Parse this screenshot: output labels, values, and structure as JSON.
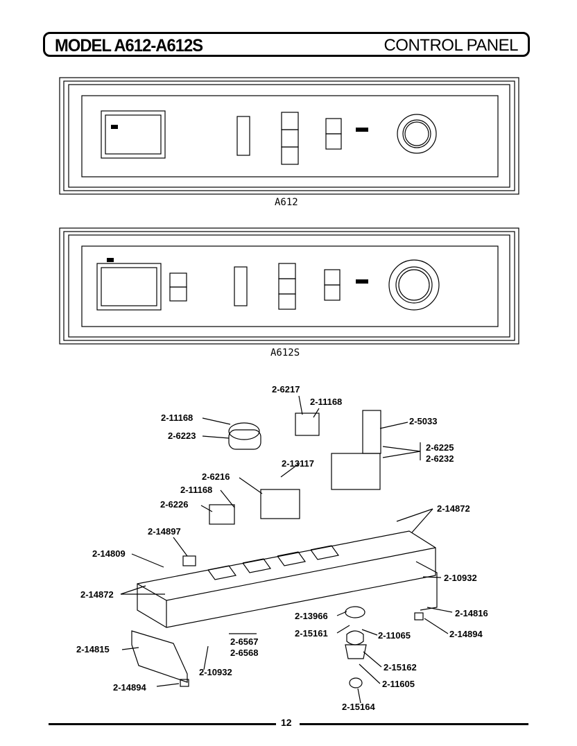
{
  "header": {
    "model": "MODEL A612-A612S",
    "title": "CONTROL PANEL"
  },
  "panels": [
    {
      "caption": "A612"
    },
    {
      "caption": "A612S"
    }
  ],
  "parts": [
    {
      "label": "2-6217"
    },
    {
      "label": "2-11168"
    },
    {
      "label": "2-11168"
    },
    {
      "label": "2-5033"
    },
    {
      "label": "2-6223"
    },
    {
      "label": "2-6225"
    },
    {
      "label": "2-6232"
    },
    {
      "label": "2-13117"
    },
    {
      "label": "2-6216"
    },
    {
      "label": "2-11168"
    },
    {
      "label": "2-6226"
    },
    {
      "label": "2-14872"
    },
    {
      "label": "2-14897"
    },
    {
      "label": "2-14809"
    },
    {
      "label": "2-10932"
    },
    {
      "label": "2-14872"
    },
    {
      "label": "2-14816"
    },
    {
      "label": "2-13966"
    },
    {
      "label": "2-15161"
    },
    {
      "label": "2-11065"
    },
    {
      "label": "2-14894"
    },
    {
      "label": "2-6567"
    },
    {
      "label": "2-6568"
    },
    {
      "label": "2-14815"
    },
    {
      "label": "2-10932"
    },
    {
      "label": "2-15162"
    },
    {
      "label": "2-14894"
    },
    {
      "label": "2-11605"
    },
    {
      "label": "2-15164"
    }
  ],
  "footer": {
    "page": "12"
  }
}
